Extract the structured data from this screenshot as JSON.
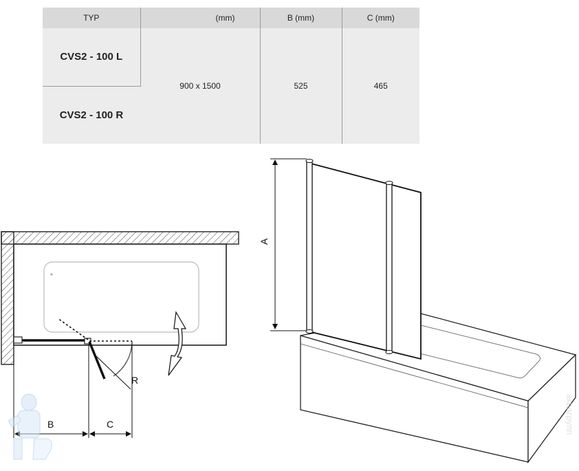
{
  "table": {
    "headers": [
      "TYP",
      "(mm)",
      "B (mm)",
      "C (mm)"
    ],
    "rows": [
      {
        "typ": "CVS2 - 100 L"
      },
      {
        "typ": "CVS2 - 100 R"
      }
    ],
    "shared_values": {
      "size": "900 x 1500",
      "b": "525",
      "c": "465"
    }
  },
  "labels": {
    "a": "A",
    "b": "B",
    "c": "C",
    "r": "R"
  },
  "watermark": "аквагрупп"
}
